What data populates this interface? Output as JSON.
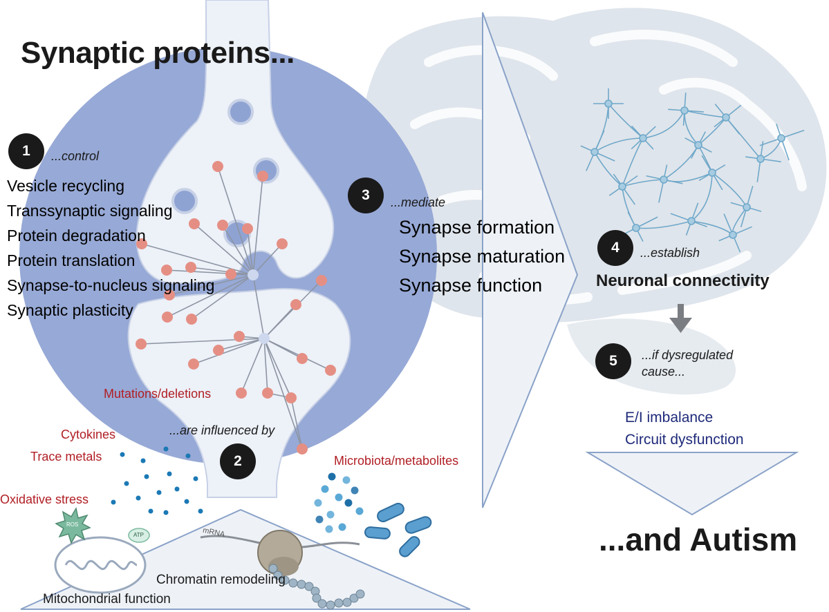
{
  "title": "Synaptic proteins...",
  "steps": [
    {
      "number": "1",
      "verb": "...control",
      "items": [
        "Vesicle recycling",
        "Transsynaptic signaling",
        "Protein degradation",
        "Protein translation",
        "Synapse-to-nucleus signaling",
        "Synaptic plasticity"
      ]
    },
    {
      "number": "2",
      "verb": "...are influenced by"
    },
    {
      "number": "3",
      "verb": "...mediate",
      "items": [
        "Synapse formation",
        "Synapse maturation",
        "Synapse function"
      ]
    },
    {
      "number": "4",
      "verb": "...establish",
      "result": "Neuronal connectivity"
    },
    {
      "number": "5",
      "verb_line1": "...if dysregulated",
      "verb_line2": "cause...",
      "items": [
        "E/I imbalance",
        "Circuit dysfunction"
      ]
    }
  ],
  "influences": {
    "mutations": "Mutations/deletions",
    "cytokines": "Cytokines",
    "trace_metals": "Trace metals",
    "oxidative_stress": "Oxidative stress",
    "microbiota": "Microbiota/metabolites",
    "chromatin": "Chromatin remodeling",
    "mitochondrial": "Mitochondrial function",
    "ros_label": "ROS",
    "atp_label": "ATP",
    "mrna_label": "mRNA"
  },
  "conclusion": "...and Autism",
  "colors": {
    "circle": "#8fa3d3",
    "synapse_fill": "#edf1f8",
    "brain": "#dfe5ec",
    "network": "#6fa8c9",
    "protein_dot": "#e58f84",
    "hub_dot": "#cdd7ee",
    "metal_dot": "#1b79b5",
    "microbiota_dot": "#5aa8d6",
    "bacteria": "#3c8fc4",
    "arrow_outline": "#8aa2c8",
    "arrow_fill": "#eef2f7",
    "text_red": "#b01e24",
    "text_navy": "#1f2a7a",
    "badge": "#1a1a1a"
  }
}
